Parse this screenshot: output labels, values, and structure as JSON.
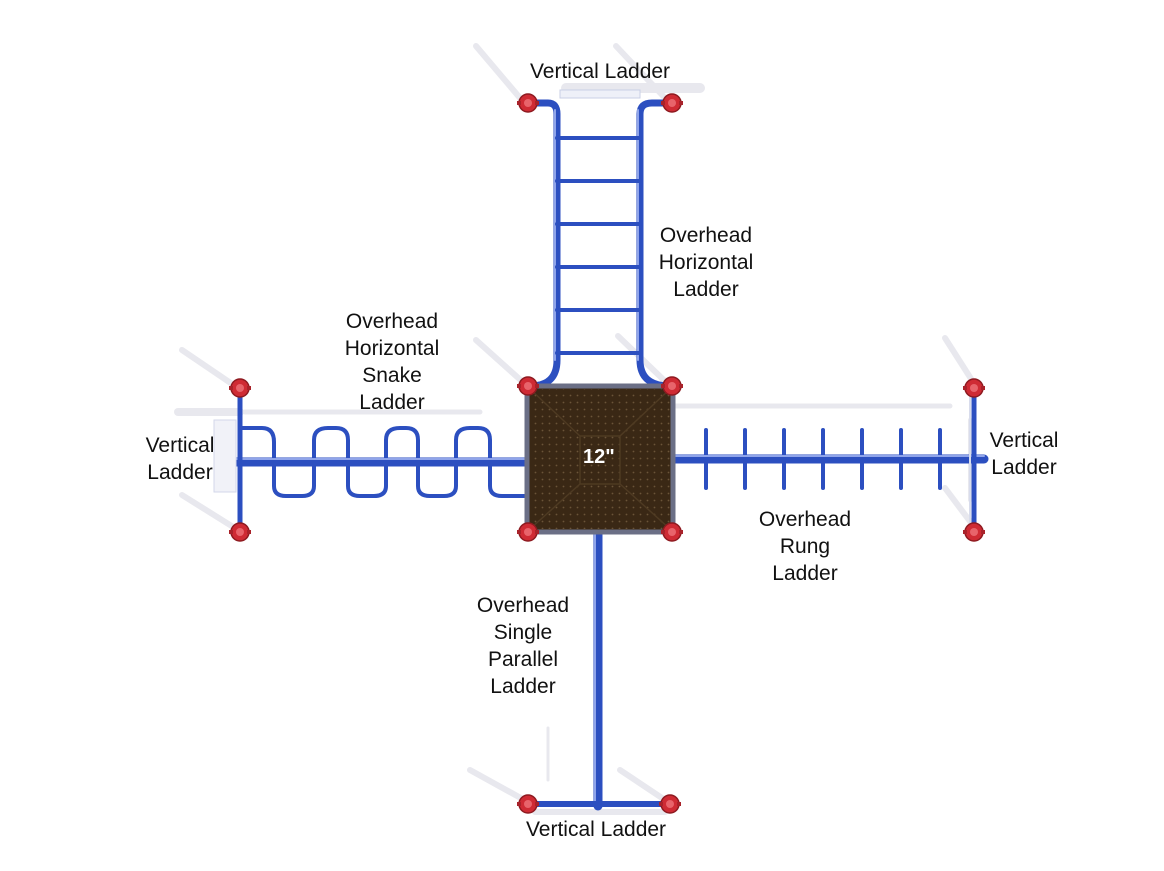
{
  "deck": {
    "height_label": "12\""
  },
  "labels": {
    "top_vertical": "Vertical Ladder",
    "top_overhead": "Overhead\nHorizontal\nLadder",
    "left_overhead": "Overhead\nHorizontal\nSnake\nLadder",
    "left_vertical": "Vertical\nLadder",
    "right_vertical": "Vertical\nLadder",
    "right_overhead": "Overhead\nRung\nLadder",
    "bottom_overhead": "Overhead\nSingle\nParallel\nLadder",
    "bottom_vertical": "Vertical Ladder"
  },
  "colors": {
    "frame_blue": "#2c4fc0",
    "frame_highlight": "#7d95e6",
    "post_red": "#cf2b34",
    "deck_brown": "#3d2a17",
    "shadow": "#e9e9ee"
  }
}
